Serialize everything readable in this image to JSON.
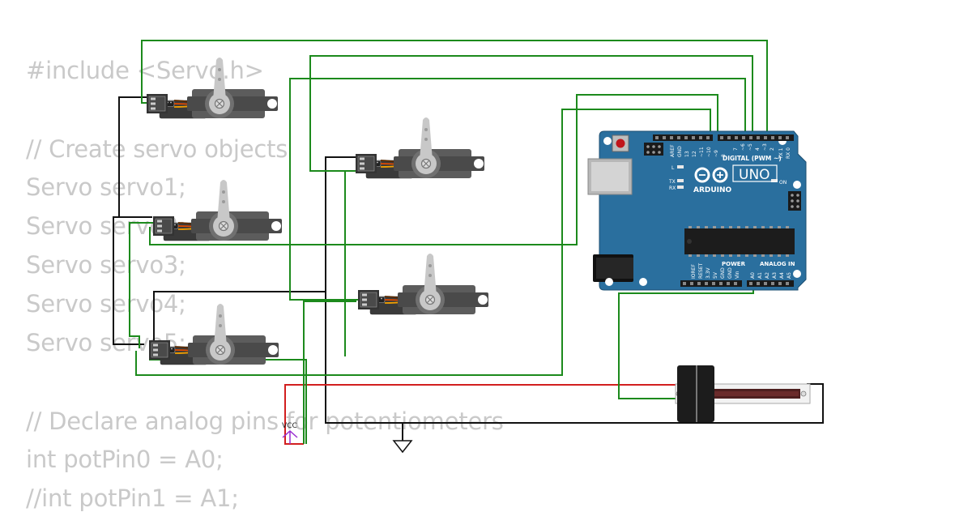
{
  "code_lines": [
    "#include <Servo.h>",
    "// Create servo objects",
    "Servo servo1;",
    "Servo servo2;",
    "Servo servo3;",
    "Servo servo4;",
    "Servo servo5;",
    "// Declare analog pins for potentiometers",
    "int potPin0 = A0;",
    "//int potPin1 = A1;"
  ],
  "arduino": {
    "model": "UNO",
    "brand": "ARDUINO",
    "digital_header_label": "DIGITAL (PWM ~)",
    "power_label": "POWER",
    "analog_label": "ANALOG IN",
    "aref": "AREF",
    "gnd": "GND",
    "led_l": "L",
    "led_tx": "TX",
    "led_rx": "RX",
    "on_label": "ON",
    "digital_pins": [
      "13",
      "12",
      "~11",
      "~10",
      "~9",
      "8",
      "7",
      "~6",
      "~5",
      "4",
      "~3",
      "2",
      "TX 1",
      "RX 0"
    ],
    "power_pins": [
      "IOREF",
      "RESET",
      "3.3V",
      "5V",
      "GND",
      "GND",
      "Vin"
    ],
    "analog_pins": [
      "A0",
      "A1",
      "A2",
      "A3",
      "A4",
      "A5"
    ]
  },
  "vcc_label": "VCC",
  "colors": {
    "wire_signal": "#1c8a1c",
    "wire_ground": "#111111",
    "wire_power": "#d21f1f",
    "board": "#2a6f9e",
    "servo_body": "#5a5a5a",
    "servo_horn": "#c6c6c6"
  }
}
